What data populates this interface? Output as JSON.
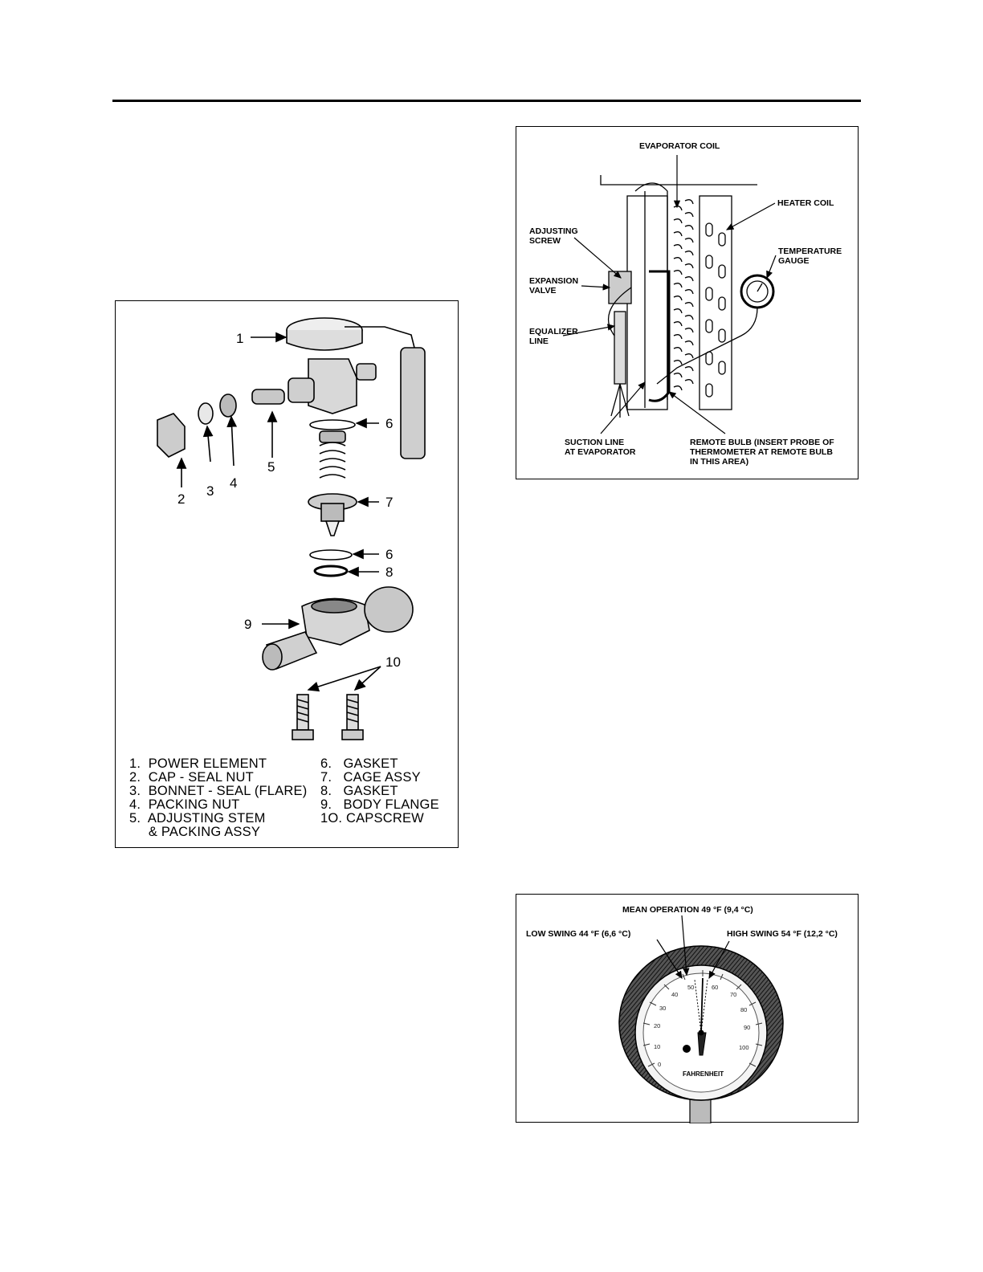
{
  "figure_valve": {
    "callouts": [
      "1",
      "2",
      "3",
      "4",
      "5",
      "6",
      "7",
      "6",
      "8",
      "9",
      "10"
    ],
    "legend_left": [
      "1.  POWER ELEMENT",
      "2.  CAP - SEAL NUT",
      "3.  BONNET - SEAL (FLARE)",
      "4.  PACKING NUT",
      "5.  ADJUSTING STEM",
      "     & PACKING ASSY"
    ],
    "legend_right": [
      "6.   GASKET",
      "7.   CAGE ASSY",
      "8.   GASKET",
      "9.   BODY FLANGE",
      "1O. CAPSCREW"
    ]
  },
  "figure_coil": {
    "evaporator_coil": "EVAPORATOR COIL",
    "heater_coil": "HEATER COIL",
    "adjusting_screw_1": "ADJUSTING",
    "adjusting_screw_2": "SCREW",
    "temperature_gauge_1": "TEMPERATURE",
    "temperature_gauge_2": "GAUGE",
    "expansion_valve_1": "EXPANSION",
    "expansion_valve_2": "VALVE",
    "equalizer_line_1": "EQUALIZER",
    "equalizer_line_2": "LINE",
    "suction_line_1": "SUCTION LINE",
    "suction_line_2": "AT EVAPORATOR",
    "remote_bulb_1": "REMOTE BULB (INSERT PROBE OF",
    "remote_bulb_2": "THERMOMETER AT REMOTE BULB",
    "remote_bulb_3": "IN THIS AREA)"
  },
  "figure_gauge": {
    "mean_operation": "MEAN OPERATION 49 °F (9,4 °C)",
    "low_swing": "LOW SWING 44 °F (6,6 °C)",
    "high_swing": "HIGH SWING 54 °F (12,2 °C)",
    "dial_scale": "FAHRENHEIT",
    "ticks": [
      "0",
      "10",
      "20",
      "30",
      "40",
      "50",
      "60",
      "70",
      "80",
      "90",
      "100"
    ]
  }
}
